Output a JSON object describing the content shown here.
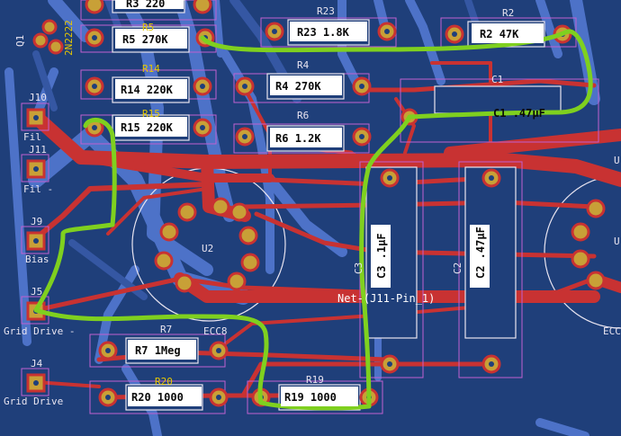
{
  "colors": {
    "board": "#1f3f7a",
    "copper_back": "#4d72c8",
    "copper_back_dark": "#3557a3",
    "copper_front": "#c83232",
    "pad": "#c8a037",
    "silk": "#e8e4f0",
    "outline": "#c060d0",
    "green_wire": "#7fd01f",
    "label_bg": "#ffffff"
  },
  "resistors": [
    {
      "ref": "R3",
      "value": "220"
    },
    {
      "ref": "R5",
      "value": "270K"
    },
    {
      "ref": "R23",
      "value": "1.8K"
    },
    {
      "ref": "R2",
      "value": "47K"
    },
    {
      "ref": "R14",
      "value": "220K"
    },
    {
      "ref": "R4",
      "value": "270K"
    },
    {
      "ref": "R15",
      "value": "220K"
    },
    {
      "ref": "R6",
      "value": "1.2K"
    },
    {
      "ref": "R7",
      "value": "1Meg"
    },
    {
      "ref": "R20",
      "value": "1000"
    },
    {
      "ref": "R19",
      "value": "1000"
    }
  ],
  "silk_refs": {
    "r5": "R5",
    "r23": "R23",
    "r2": "R2",
    "r14": "R14",
    "r4": "R4",
    "r15": "R15",
    "r6": "R6",
    "r7": "R7",
    "r20": "R20",
    "r19": "R19",
    "c1": "C1",
    "c3": "C3",
    "c2": "C2",
    "u2": "U2",
    "ecc": "ECC8",
    "ecc_right": "ECC"
  },
  "transistor": {
    "ref": "Q1",
    "part": "2N2222"
  },
  "connectors": [
    {
      "ref": "J10",
      "name": "Fil"
    },
    {
      "ref": "J11",
      "name": "Fil -"
    },
    {
      "ref": "J9",
      "name": "Bias"
    },
    {
      "ref": "J5",
      "name": "Grid Drive -"
    },
    {
      "ref": "J4",
      "name": "Grid Drive"
    }
  ],
  "capacitors": [
    {
      "ref": "C3",
      "value": ".1µF"
    },
    {
      "ref": "C2",
      "value": ".47µF"
    },
    {
      "ref": "C1",
      "value": ".47µF"
    }
  ],
  "net_label": "Net-(J11-Pin_1)",
  "u_right": "U"
}
